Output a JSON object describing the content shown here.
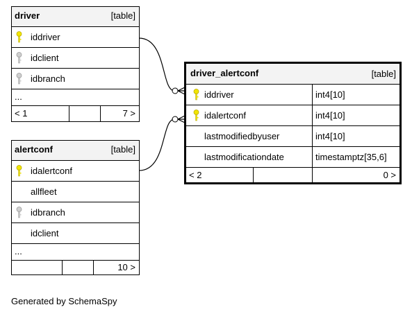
{
  "tables": {
    "driver": {
      "name": "driver",
      "tag": "[table]",
      "columns": [
        {
          "name": "iddriver",
          "key": "primary"
        },
        {
          "name": "idclient",
          "key": "foreign"
        },
        {
          "name": "idbranch",
          "key": "foreign"
        }
      ],
      "more": "...",
      "footer": {
        "left": "< 1",
        "right": "7 >"
      }
    },
    "alertconf": {
      "name": "alertconf",
      "tag": "[table]",
      "columns": [
        {
          "name": "idalertconf",
          "key": "primary"
        },
        {
          "name": "allfleet",
          "key": "none"
        },
        {
          "name": "idbranch",
          "key": "foreign"
        },
        {
          "name": "idclient",
          "key": "none"
        }
      ],
      "more": "...",
      "footer": {
        "left": "",
        "right": "10 >"
      }
    },
    "driver_alertconf": {
      "name": "driver_alertconf",
      "tag": "[table]",
      "columns": [
        {
          "name": "iddriver",
          "type": "int4[10]",
          "key": "primary"
        },
        {
          "name": "idalertconf",
          "type": "int4[10]",
          "key": "primary"
        },
        {
          "name": "lastmodifiedbyuser",
          "type": "int4[10]",
          "key": "none"
        },
        {
          "name": "lastmodificationdate",
          "type": "timestamptz[35,6]",
          "key": "none"
        }
      ],
      "footer": {
        "left": "< 2",
        "right": "0 >"
      }
    }
  },
  "colors": {
    "primary_key": "#f2e600",
    "foreign_key": "#b5b5b5",
    "header_bg": "#f3f3f3"
  },
  "footer_text": "Generated by SchemaSpy"
}
